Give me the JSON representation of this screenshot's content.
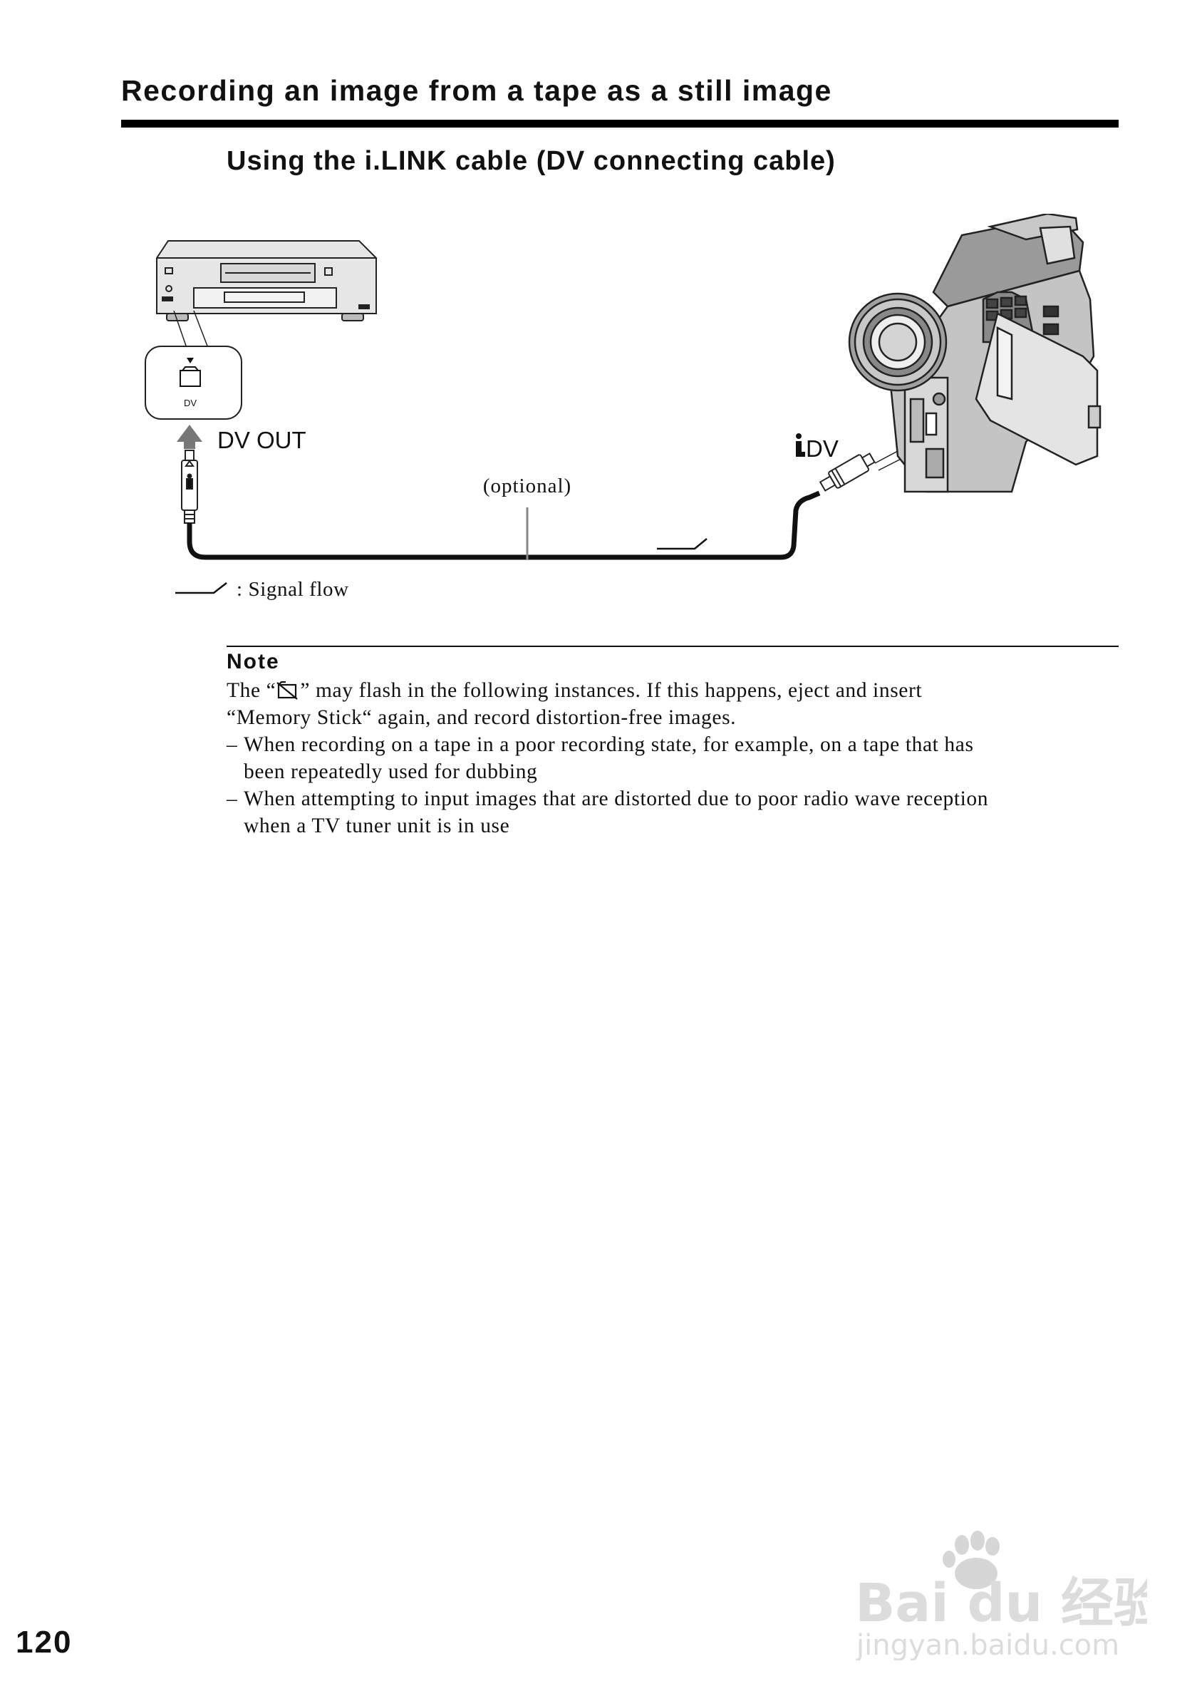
{
  "section_title": "Recording an image from a tape as a still image",
  "subsection_title": "Using the i.LINK cable (DV connecting cable)",
  "diagram": {
    "vcr_jack_label": "DV",
    "dv_out_label": "DV OUT",
    "camera_jack_label": "DV",
    "cable_note": "(optional)",
    "legend_text": ": Signal flow",
    "icons": [
      "vcr-icon",
      "camcorder-icon",
      "dv-jack-icon",
      "ilink-icon",
      "signal-flow-arrow-icon",
      "dv-cable-plug-icon"
    ]
  },
  "note": {
    "heading": "Note",
    "intro_line1_before": "The “",
    "intro_line1_after": "” may flash in the following instances. If this happens, eject and insert",
    "intro_line2": "“Memory Stick“ again, and record distortion-free images.",
    "items": [
      {
        "dash": "–",
        "line1": "When recording on a tape in a poor recording state, for example, on a tape that has",
        "line2": "been repeatedly used for dubbing"
      },
      {
        "dash": "–",
        "line1": "When attempting to input images that are distorted due to poor radio wave reception",
        "line2": "when a TV tuner unit is in use"
      }
    ]
  },
  "page_number": "120",
  "watermark": {
    "line1": "Bai du 经验",
    "line2": "jingyan.baidu.com"
  }
}
